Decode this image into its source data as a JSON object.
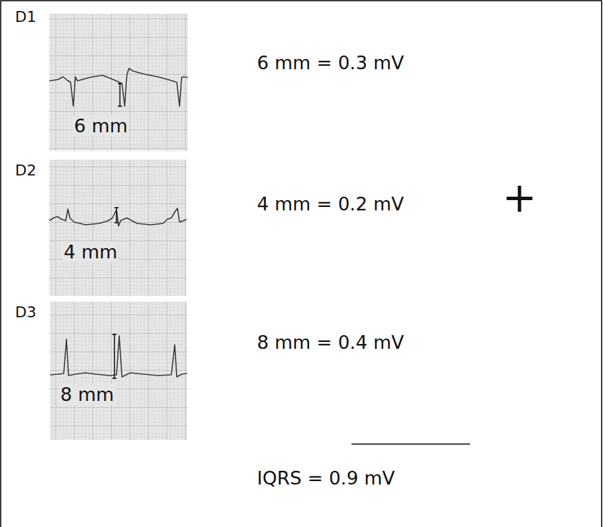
{
  "diagram": {
    "labels": [
      "D1",
      "6 mm",
      "6 mm = 0.3 mV",
      "D2",
      "4 mm",
      "4 mm = 0.2 mV",
      "+",
      "D3",
      "8 mm",
      "8 mm = 0.4 mV",
      "IQRS = 0.9 mV"
    ]
  }
}
